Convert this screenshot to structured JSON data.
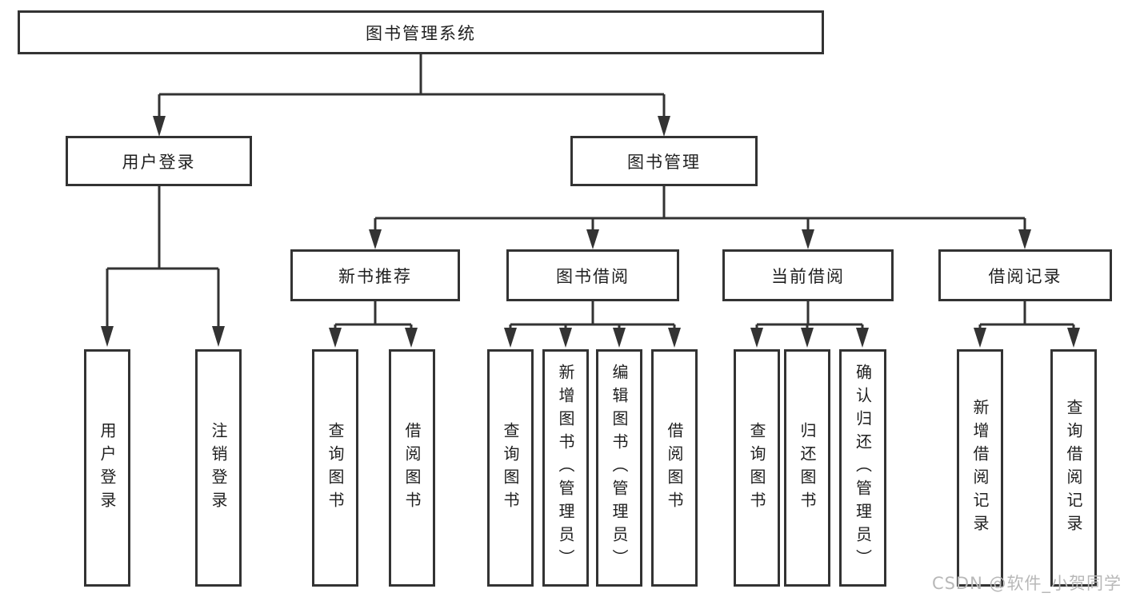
{
  "nodes": {
    "root": "图书管理系统",
    "level1": [
      "用户登录",
      "图书管理"
    ],
    "level2": [
      "新书推荐",
      "图书借阅",
      "当前借阅",
      "借阅记录"
    ],
    "leaves": [
      "用户登录",
      "注销登录",
      "查询图书",
      "借阅图书",
      "查询图书",
      "新增图书（管理员）",
      "编辑图书（管理员）",
      "借阅图书",
      "查询图书",
      "归还图书",
      "确认归还（管理员）",
      "新增借阅记录",
      "查询借阅记录"
    ]
  },
  "watermark": {
    "text": "CSDN @软件_小贺同学"
  },
  "colors": {
    "line": "#333333",
    "box_border": "#333333",
    "text": "#1f1f1f",
    "watermark": "#b8b8b8",
    "background": "#ffffff"
  }
}
